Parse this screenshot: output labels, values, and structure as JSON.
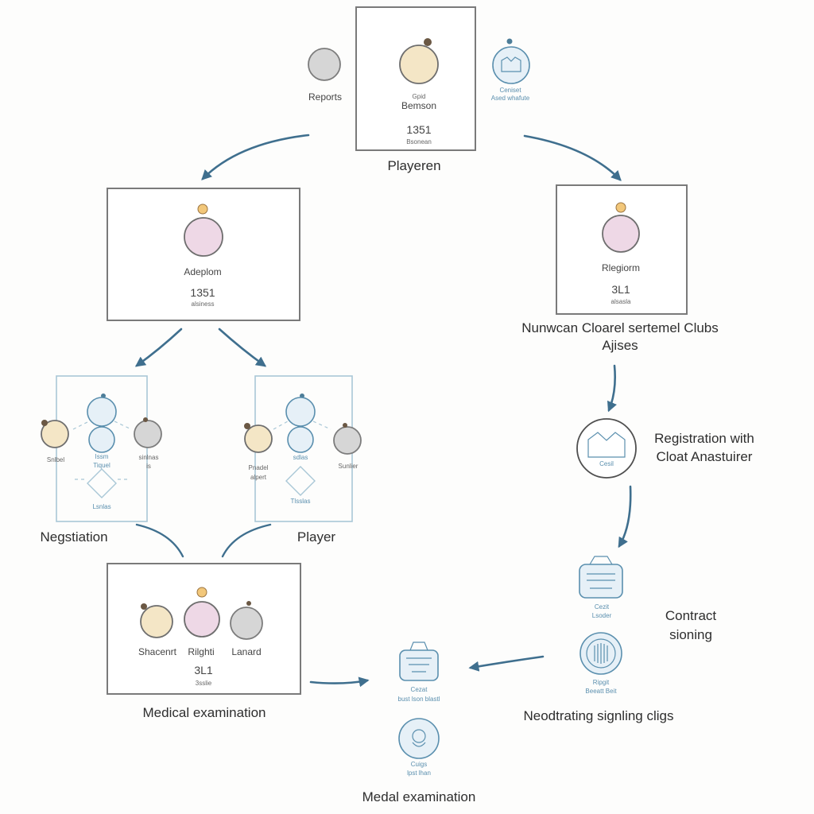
{
  "top": {
    "reports_label": "Reports",
    "box_line1": "Gpid",
    "box_line2": "Bemson",
    "box_number": "1351",
    "box_sub": "Bsonean",
    "caption": "Playeren",
    "right_icon_line1": "Ceniset",
    "right_icon_line2": "Ased whafute"
  },
  "left_box": {
    "label": "Adeplom",
    "number": "1351",
    "sub": "alsiness"
  },
  "right_box": {
    "label": "Rlegiorm",
    "number": "3L1",
    "sub": "alsasla",
    "caption_line1": "Nunwcan Cloarel sertemel Clubs",
    "caption_line2": "Ajises"
  },
  "panel_left": {
    "left_fig": "Snlbel",
    "center_line1": "Issm",
    "center_line2": "Tiquel",
    "right_fig_line1": "sinlnas",
    "right_fig_line2": "is",
    "diamond_label": "Lsnlas",
    "caption": "Negstiation"
  },
  "panel_right": {
    "left_fig_line1": "Pnadel",
    "left_fig_line2": "alpert",
    "center_line": "sdlas",
    "right_fig": "Sunlier",
    "diamond_label": "Tlsslas",
    "caption": "Player"
  },
  "bottom_box": {
    "fig1": "Shacenrt",
    "fig2": "Rilghti",
    "fig3": "Lanard",
    "number": "3L1",
    "sub": "3sslie",
    "caption": "Medical examination"
  },
  "registration": {
    "icon_label": "Cesil",
    "caption_line1": "Registration with",
    "caption_line2": "Cloat Anastuirer"
  },
  "contract": {
    "icon1_line1": "Cezit",
    "icon1_line2": "Lsoder",
    "caption_line1": "Contract",
    "caption_line2": "sioning",
    "icon2_line1": "Ripgit",
    "icon2_line2": "Beeatt Beit",
    "caption_bottom": "Neodtrating signling cligs"
  },
  "bottom_center": {
    "icon1_line1": "Cezat",
    "icon1_line2": "bust lson blastl",
    "icon2_line1": "Cuigs",
    "icon2_line2": "lpst lhan",
    "caption": "Medal examination"
  }
}
